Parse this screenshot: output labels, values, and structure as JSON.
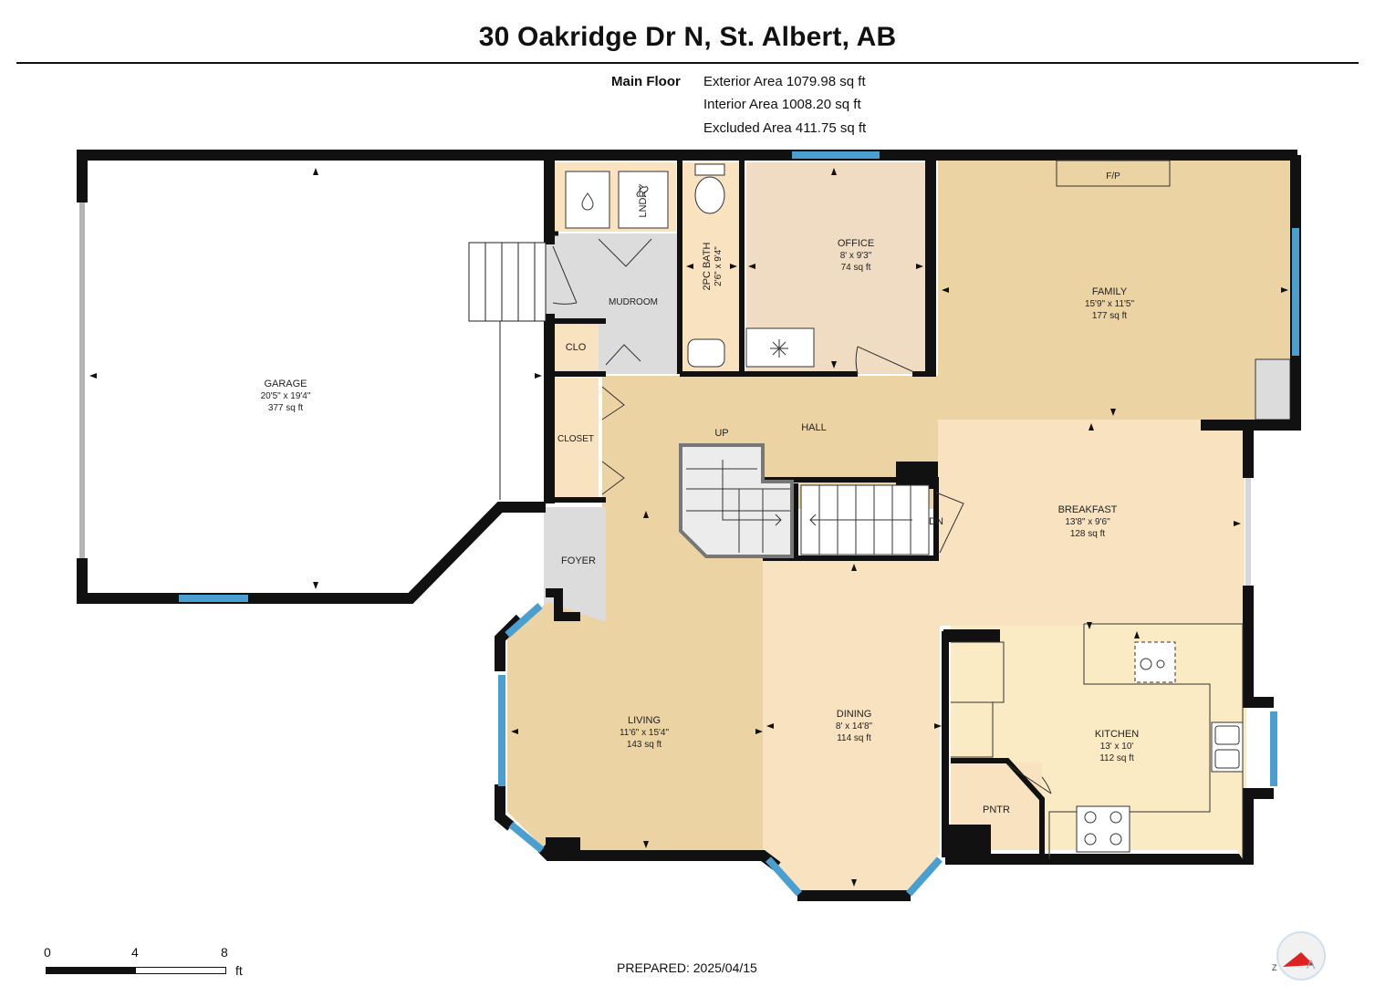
{
  "title": "30 Oakridge Dr N, St. Albert, AB",
  "floor": {
    "label": "Main Floor",
    "exterior": "Exterior Area 1079.98 sq ft",
    "interior": "Interior Area 1008.20 sq ft",
    "excluded": "Excluded Area 411.75 sq ft"
  },
  "rooms": {
    "garage": {
      "name": "GARAGE",
      "dims": "20'5\" x 19'4\"",
      "area": "377 sq ft"
    },
    "office": {
      "name": "OFFICE",
      "dims": "8' x 9'3\"",
      "area": "74 sq ft"
    },
    "family": {
      "name": "FAMILY",
      "dims": "15'9\" x 11'5\"",
      "area": "177 sq ft"
    },
    "breakfast": {
      "name": "BREAKFAST",
      "dims": "13'8\" x 9'6\"",
      "area": "128 sq ft"
    },
    "living": {
      "name": "LIVING",
      "dims": "11'6\" x 15'4\"",
      "area": "143 sq ft"
    },
    "dining": {
      "name": "DINING",
      "dims": "8' x 14'8\"",
      "area": "114 sq ft"
    },
    "kitchen": {
      "name": "KITCHEN",
      "dims": "13' x 10'",
      "area": "112 sq ft"
    },
    "bath": {
      "name": "2PC BATH",
      "dims": "2'6\" x 9'4\""
    }
  },
  "labels": {
    "mudroom": "MUDROOM",
    "laundry": "LNDRY",
    "clo": "CLO",
    "closet": "CLOSET",
    "hall": "HALL",
    "up": "UP",
    "dn": "DN",
    "foyer": "FOYER",
    "pantry": "PNTR",
    "fireplace": "F/P"
  },
  "scale": {
    "ticks": [
      "0",
      "4",
      "8"
    ],
    "unit": "ft"
  },
  "prepared": "PREPARED: 2025/04/15",
  "colors": {
    "wall": "#111111",
    "window": "#4a9fd0",
    "tan": "#ecd3a4",
    "peach": "#f8e2c0",
    "office": "#f0dcc3",
    "kitchen": "#faebc4",
    "grey": "#dcdcdc"
  }
}
